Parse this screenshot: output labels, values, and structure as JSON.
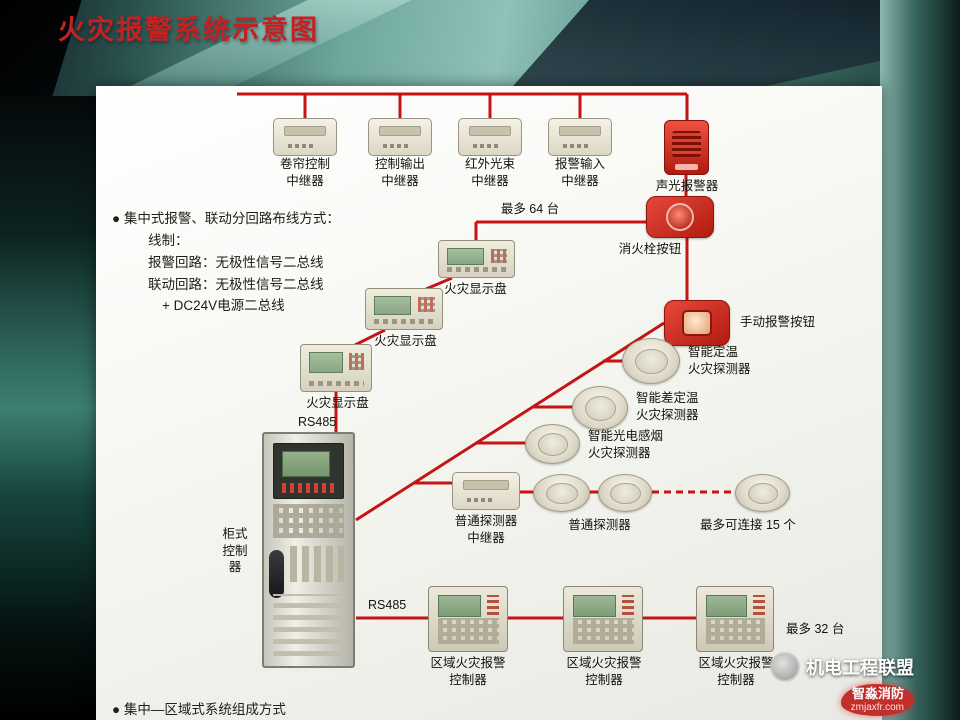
{
  "title": "火灾报警系统示意图",
  "notes": {
    "b1": "●  集中式报警、联动分回路布线方式：",
    "b1_l1": "线制：",
    "b1_l2": "报警回路：无极性信号二总线",
    "b1_l3": "联动回路：无极性信号二总线",
    "b1_l4": "+  DC24V电源二总线",
    "b2": "●  集中—区域式系统组成方式"
  },
  "labels": {
    "rep1": "卷帘控制\n中继器",
    "rep2": "控制输出\n中继器",
    "rep3": "红外光束\n中继器",
    "rep4": "报警输入\n中继器",
    "sound_light": "声光报警器",
    "max64": "最多 64 台",
    "hydrant": "消火栓按钮",
    "manual": "手动报警按钮",
    "det_fixed": "智能定温\n火灾探测器",
    "det_diff": "智能差定温\n火灾探测器",
    "det_smoke": "智能光电感烟\n火灾探测器",
    "disp1": "火灾显示盘",
    "disp2": "火灾显示盘",
    "disp3": "火灾显示盘",
    "rs485_top": "RS485",
    "rs485_bottom": "RS485",
    "cabinet": "柜式\n控制\n器",
    "ord_rep": "普通探测器\n中继器",
    "ord_det": "普通探测器",
    "max15": "最多可连接 15 个",
    "zone1": "区域火灾报警\n控制器",
    "zone2": "区域火灾报警\n控制器",
    "zone3": "区域火灾报警\n控制器",
    "max32": "最多 32 台"
  },
  "watermark": {
    "union": "机电工程联盟",
    "brand": "智淼消防",
    "site": "zmjaxfr.com"
  },
  "colors": {
    "wire_red": "#c41414",
    "title_red": "#c32222"
  }
}
